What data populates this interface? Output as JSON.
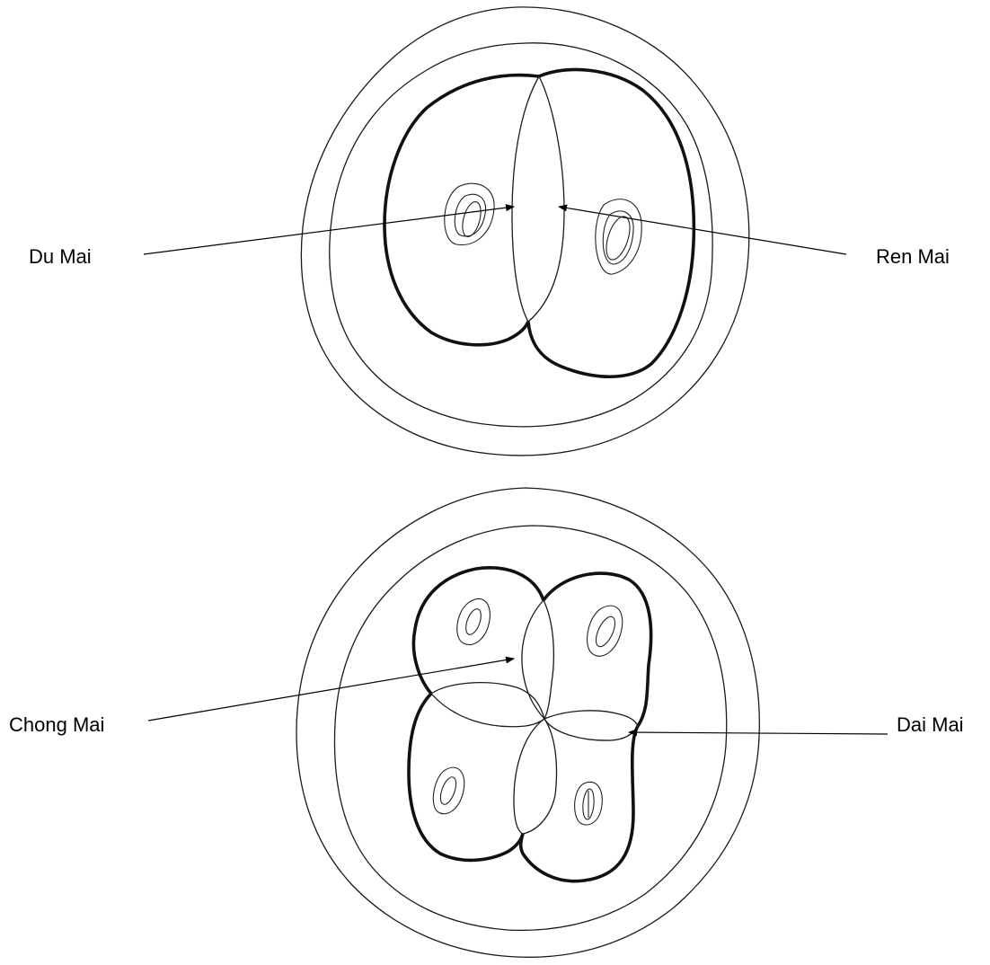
{
  "diagram": {
    "labels": {
      "du_mai": "Du Mai",
      "ren_mai": "Ren Mai",
      "chong_mai": "Chong Mai",
      "dai_mai": "Dai Mai"
    },
    "colors": {
      "line": "#1a1a1a",
      "background": "#ffffff"
    }
  }
}
